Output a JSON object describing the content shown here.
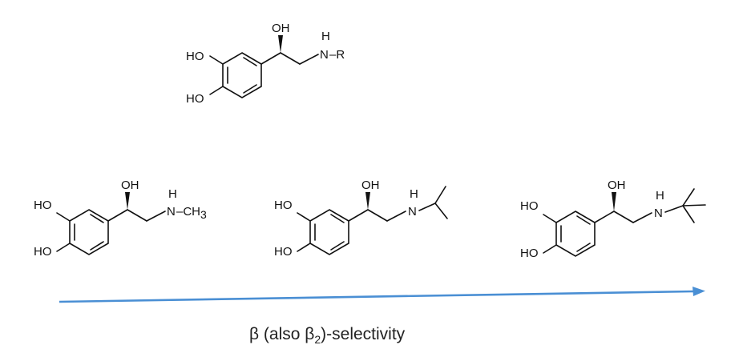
{
  "molecules": {
    "general": {
      "ho_top": "HO",
      "ho_bottom": "HO",
      "oh": "OH",
      "nh_h": "H",
      "nh_n": "N",
      "r": "–R"
    },
    "epinephrine": {
      "ho_top": "HO",
      "ho_bottom": "HO",
      "oh": "OH",
      "nh_h": "H",
      "nh_n": "N",
      "methyl": "–CH",
      "methyl_sub": "3"
    },
    "isoproterenol": {
      "ho_top": "HO",
      "ho_bottom": "HO",
      "oh": "OH",
      "nh_h": "H",
      "nh_n": "N"
    },
    "tbutyl": {
      "ho_top": "HO",
      "ho_bottom": "HO",
      "oh": "OH",
      "nh_h": "H",
      "nh_n": "N"
    }
  },
  "arrow": {
    "color": "#4a8fd4"
  },
  "caption": {
    "beta": "β",
    "open": " (also ",
    "beta2": "β",
    "sub2": "2",
    "close": ")-selectivity"
  }
}
